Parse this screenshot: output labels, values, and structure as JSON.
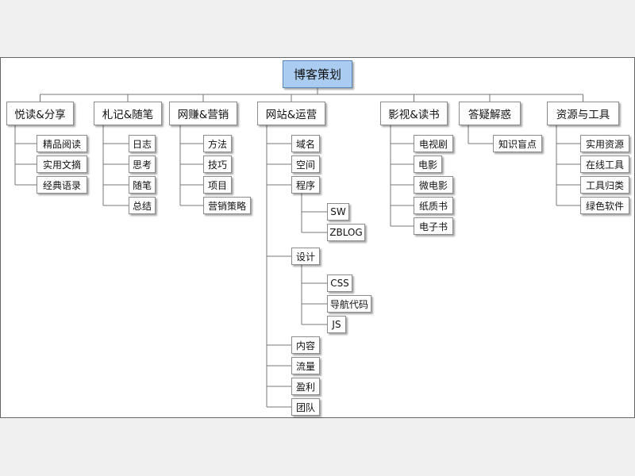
{
  "root": "博客策划",
  "categories": [
    {
      "label": "悦读&分享",
      "items": [
        "精品阅读",
        "实用文摘",
        "经典语录"
      ]
    },
    {
      "label": "札记&随笔",
      "items": [
        "日志",
        "思考",
        "随笔",
        "总结"
      ]
    },
    {
      "label": "网赚&营销",
      "items": [
        "方法",
        "技巧",
        "项目",
        "营销策略"
      ]
    },
    {
      "label": "网站&运营",
      "items": [
        {
          "label": "域名"
        },
        {
          "label": "空间"
        },
        {
          "label": "程序",
          "children": [
            "SW",
            "ZBLOG"
          ]
        },
        {
          "label": "设计",
          "children": [
            "CSS",
            "导航代码",
            "JS"
          ]
        },
        {
          "label": "内容"
        },
        {
          "label": "流量"
        },
        {
          "label": "盈利"
        },
        {
          "label": "团队"
        }
      ]
    },
    {
      "label": "影视&读书",
      "items": [
        "电视剧",
        "电影",
        "微电影",
        "纸质书",
        "电子书"
      ]
    },
    {
      "label": "答疑解惑",
      "items": [
        "知识盲点"
      ]
    },
    {
      "label": "资源与工具",
      "items": [
        "实用资源",
        "在线工具",
        "工具归类",
        "绿色软件"
      ]
    }
  ],
  "colors": {
    "root_fill": "#a9ccf0",
    "node_border": "#8c8c8c",
    "line": "#777777",
    "background": "#f0f0f0"
  }
}
